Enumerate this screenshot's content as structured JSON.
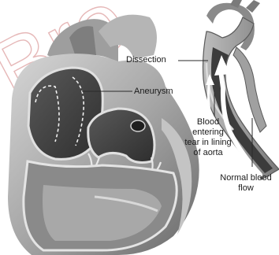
{
  "labels": {
    "dissection": "Dissection",
    "aneurysm": "Aneurysm",
    "blood_entering_1": "Blood",
    "blood_entering_2": "entering",
    "blood_entering_3": "tear in lining",
    "blood_entering_4": "of aorta",
    "normal_flow_1": "Normal blood",
    "normal_flow_2": "flow"
  },
  "watermark": "Bro",
  "colors": {
    "heart_light": "#cfcfcf",
    "heart_mid": "#8c8c8c",
    "heart_dark": "#4a4a4a",
    "chamber": "#3a3a3a",
    "aorta_wall": "#9a9a9a",
    "arrow": "#ffffff"
  }
}
